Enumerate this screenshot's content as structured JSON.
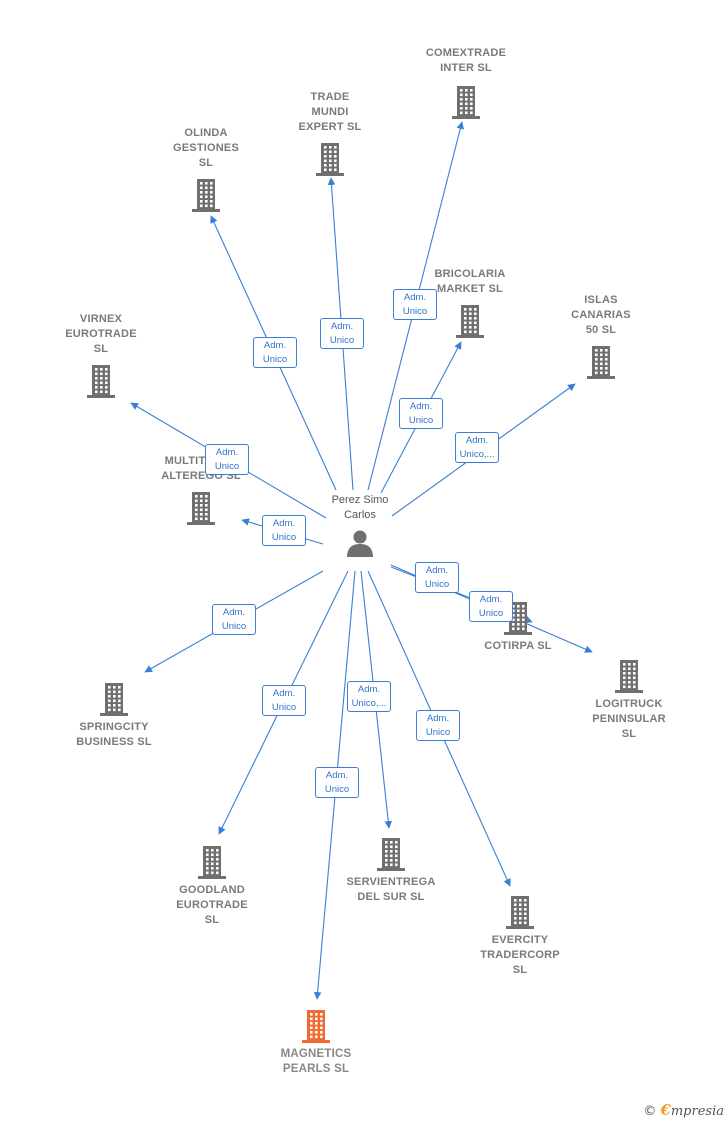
{
  "person": {
    "name": "Perez Simo\nCarlos",
    "icon": "person-icon"
  },
  "colors": {
    "edge": "#3a7fd4",
    "building": "#6f6f6f",
    "focus": "#f26a2f",
    "label": "#7a7a7a"
  },
  "companies": [
    {
      "id": "comextrade",
      "name": "COMEXTRADE\nINTER  SL"
    },
    {
      "id": "trade-mundi",
      "name": "TRADE\nMUNDI\nEXPERT  SL"
    },
    {
      "id": "olinda",
      "name": "OLINDA\nGESTIONES\nSL"
    },
    {
      "id": "bricolaria",
      "name": "BRICOLARIA\nMARKET  SL"
    },
    {
      "id": "islas-canarias",
      "name": "ISLAS\nCANARIAS\n50 SL"
    },
    {
      "id": "virnex",
      "name": "VIRNEX\nEUROTRADE\nSL"
    },
    {
      "id": "multitrade",
      "name": "MULTITRADE\nALTEREGO  SL"
    },
    {
      "id": "cotirpa",
      "name": "COTIRPA SL"
    },
    {
      "id": "logitruck",
      "name": "LOGITRUCK\nPENINSULAR\nSL"
    },
    {
      "id": "springcity",
      "name": "SPRINGCITY\nBUSINESS  SL"
    },
    {
      "id": "goodland",
      "name": "GOODLAND\nEUROTRADE\nSL"
    },
    {
      "id": "servientrega",
      "name": "SERVIENTREGA\nDEL SUR  SL"
    },
    {
      "id": "evercity",
      "name": "EVERCITY\nTRADERCORP\nSL"
    },
    {
      "id": "magnetics",
      "name": "MAGNETICS\nPEARLS  SL"
    }
  ],
  "relations": [
    {
      "to": "comextrade",
      "label": "Adm.\nUnico"
    },
    {
      "to": "trade-mundi",
      "label": "Adm.\nUnico"
    },
    {
      "to": "olinda",
      "label": "Adm.\nUnico"
    },
    {
      "to": "bricolaria",
      "label": "Adm.\nUnico"
    },
    {
      "to": "islas-canarias",
      "label": "Adm.\nUnico,..."
    },
    {
      "to": "virnex",
      "label": "Adm.\nUnico"
    },
    {
      "to": "multitrade",
      "label": "Adm.\nUnico"
    },
    {
      "to": "cotirpa",
      "label": "Adm.\nUnico"
    },
    {
      "to": "logitruck",
      "label": "Adm.\nUnico"
    },
    {
      "to": "springcity",
      "label": "Adm.\nUnico"
    },
    {
      "to": "goodland",
      "label": "Adm.\nUnico"
    },
    {
      "to": "servientrega",
      "label": "Adm.\nUnico,..."
    },
    {
      "to": "evercity",
      "label": "Adm.\nUnico"
    },
    {
      "to": "magnetics",
      "label": "Adm.\nUnico"
    }
  ],
  "footer": {
    "copyright": "©",
    "brand_initial": "€",
    "brand_rest": "mpresia"
  }
}
